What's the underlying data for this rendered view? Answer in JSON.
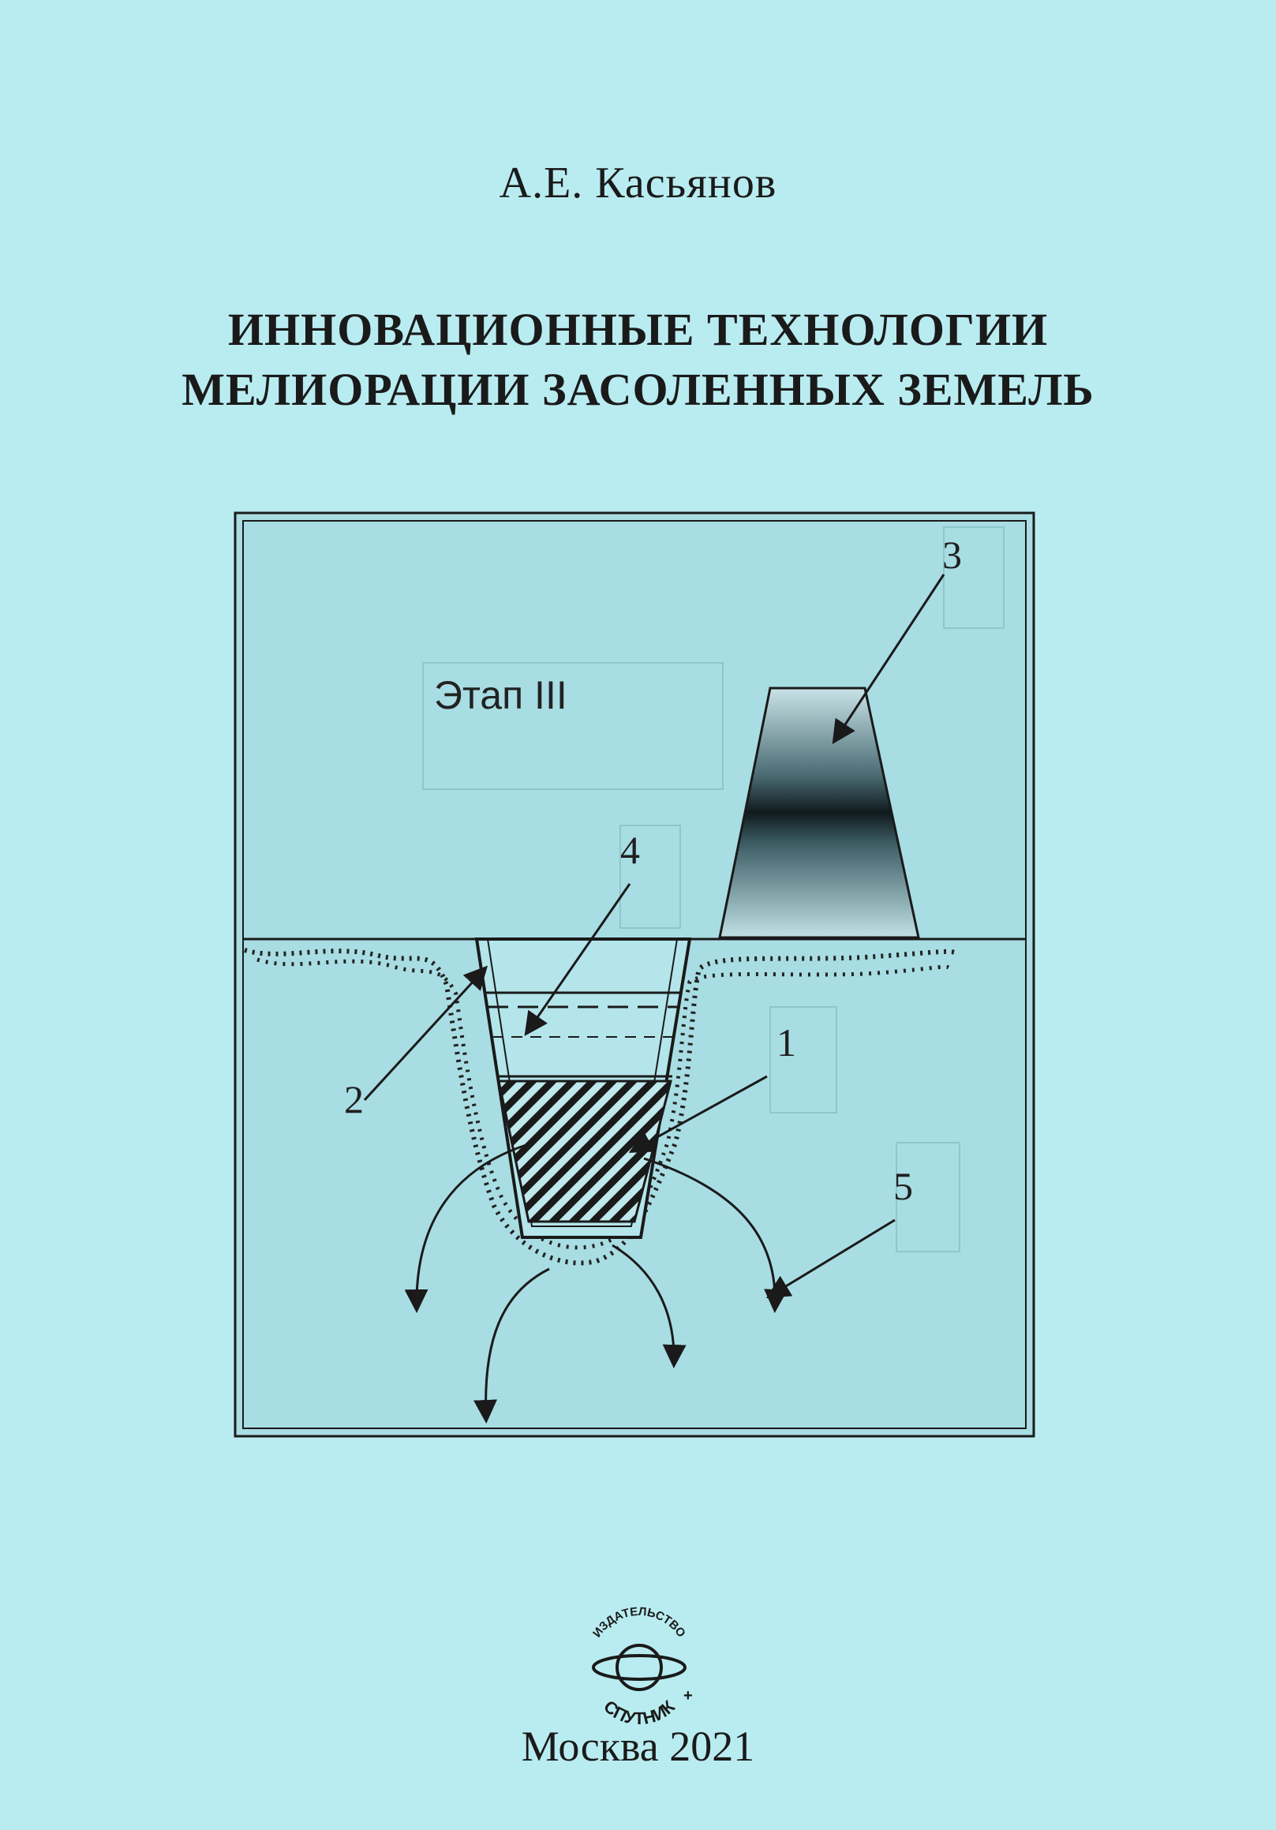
{
  "cover": {
    "author": "А.Е. Касьянов",
    "title_line1": "ИННОВАЦИОННЫЕ ТЕХНОЛОГИИ",
    "title_line2": "МЕЛИОРАЦИИ ЗАСОЛЕННЫХ ЗЕМЕЛЬ",
    "city_year": "Москва 2021"
  },
  "figure": {
    "stage_label": "Этап III",
    "labels": [
      "1",
      "2",
      "3",
      "4",
      "5"
    ]
  },
  "publisher": {
    "arc_text": "ИЗДАТЕЛЬСТВО",
    "name": "СПУТНИК",
    "plus": "+"
  },
  "colors": {
    "background": "#b9ecf0",
    "ink": "#1a1a1a"
  }
}
